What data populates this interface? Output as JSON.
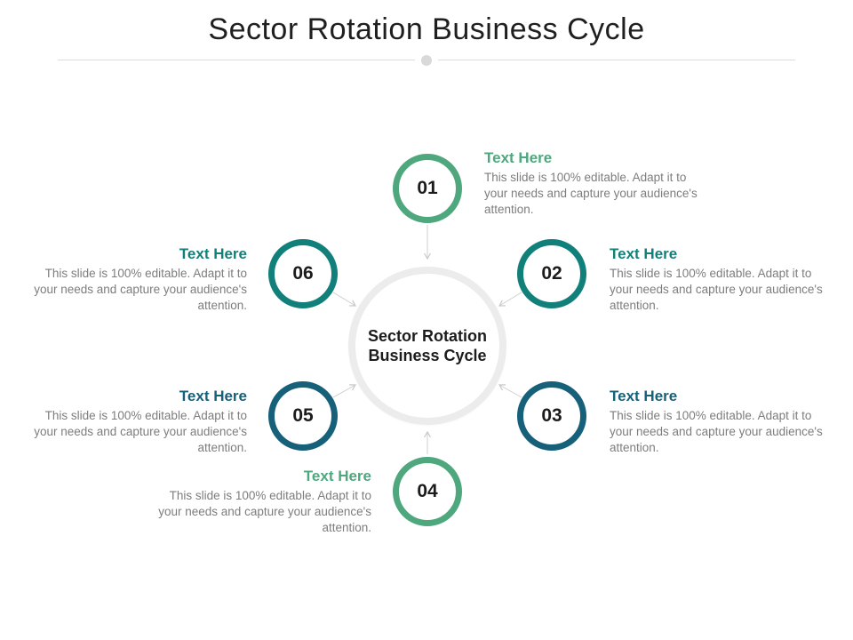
{
  "slide": {
    "title": "Sector Rotation Business Cycle",
    "center": {
      "line1": "Sector Rotation",
      "line2": "Business Cycle"
    }
  },
  "items": [
    {
      "number": "01",
      "heading": "Text Here",
      "body": "This slide is 100% editable. Adapt it to your needs and capture your audience's attention.",
      "color": "#4FA77E"
    },
    {
      "number": "02",
      "heading": "Text Here",
      "body": "This slide is 100% editable. Adapt it to your needs and capture your audience's attention.",
      "color": "#12807A"
    },
    {
      "number": "03",
      "heading": "Text Here",
      "body": "This slide is 100% editable. Adapt it to your needs and capture your audience's attention.",
      "color": "#17607A"
    },
    {
      "number": "04",
      "heading": "Text Here",
      "body": "This slide is 100% editable. Adapt it to your needs and capture your audience's attention.",
      "color": "#4FA77E"
    },
    {
      "number": "05",
      "heading": "Text Here",
      "body": "This slide is 100% editable. Adapt it to your needs and capture your audience's attention.",
      "color": "#17607A"
    },
    {
      "number": "06",
      "heading": "Text Here",
      "body": "This slide is 100% editable. Adapt it to your needs and capture your audience's attention.",
      "color": "#12807A"
    }
  ],
  "colors": {
    "title_text": "#1f1f1f",
    "body_text": "#7d7d7d",
    "center_ring": "#ececec",
    "divider": "#dcdcdc",
    "arrow": "#c8c8c8",
    "green": "#4FA77E",
    "teal": "#12807A",
    "dark_teal": "#17607A"
  }
}
